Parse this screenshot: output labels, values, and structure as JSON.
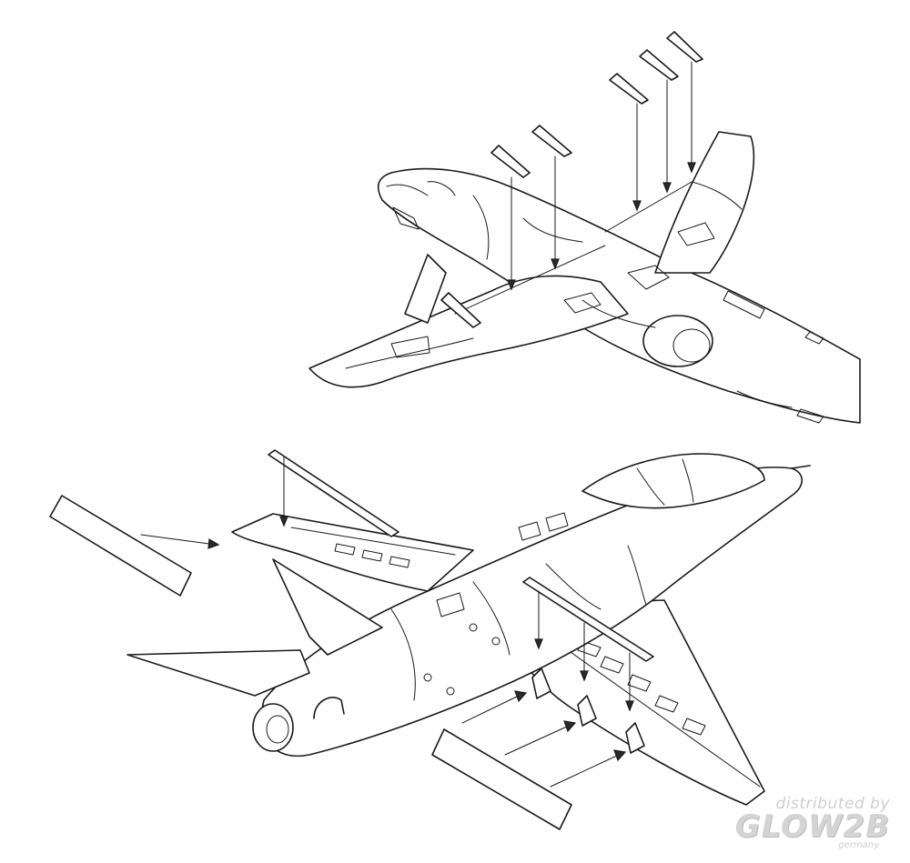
{
  "watermark": {
    "line1": "distributed by",
    "logo": "GLOW2B",
    "line3": "germany"
  }
}
